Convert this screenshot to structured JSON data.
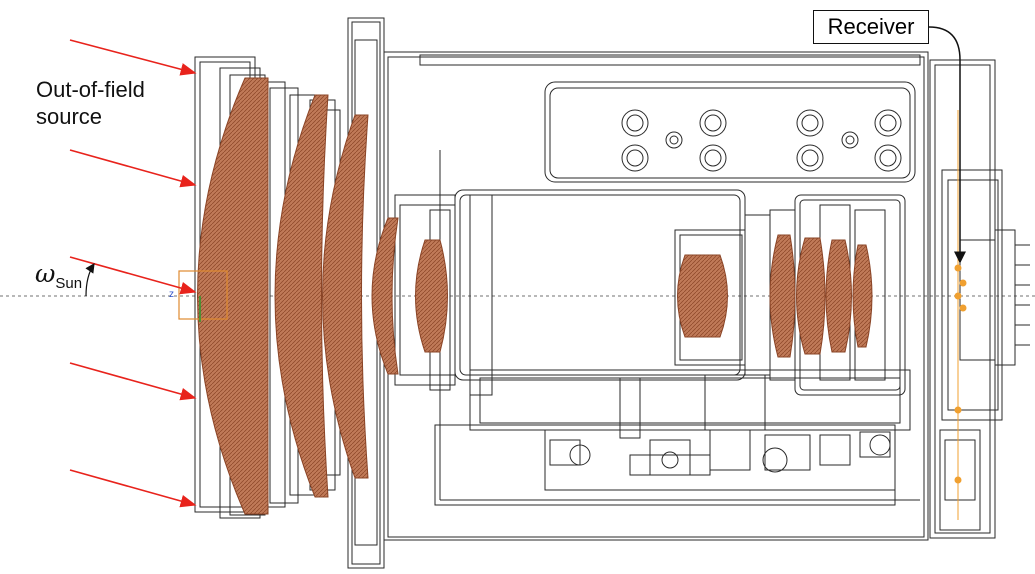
{
  "labels": {
    "source_line1": "Out-of-field",
    "source_line2": "source",
    "receiver": "Receiver",
    "omega_symbol": "ω",
    "omega_subscript": "Sun",
    "axis_z": "z"
  },
  "colors": {
    "ray": "#e8231c",
    "lens": "#b8603c",
    "lens_stroke": "#8a4426",
    "mech": "#2a2a2a",
    "highlight": "#f0a030"
  }
}
